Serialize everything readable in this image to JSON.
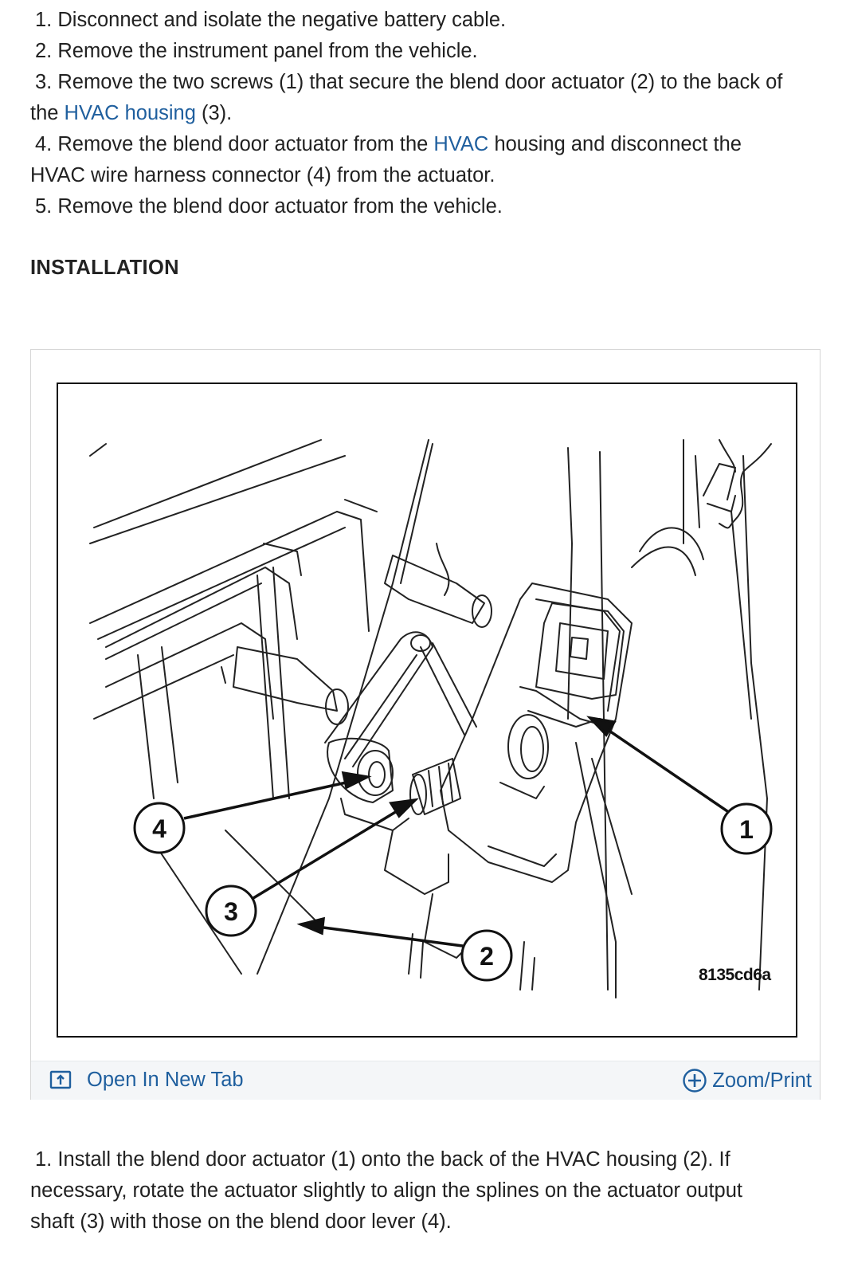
{
  "removal_steps": [
    {
      "num": "1.",
      "text": "Disconnect and isolate the negative battery cable."
    },
    {
      "num": "2.",
      "text": "Remove the instrument panel from the vehicle."
    },
    {
      "num": "3.",
      "pre": "Remove the two screws (1) that secure the blend door actuator (2) to the back of",
      "line2_pre": "the ",
      "link": "HVAC housing",
      "post": " (3)."
    },
    {
      "num": "4.",
      "pre": "Remove the blend door actuator from the ",
      "link": "HVAC",
      "post": " housing and disconnect the",
      "line2": "HVAC wire harness connector (4) from the actuator."
    },
    {
      "num": "5.",
      "text": "Remove the blend door actuator from the vehicle."
    }
  ],
  "installation_heading": "INSTALLATION",
  "figure": {
    "code": "8135cd6a",
    "callouts": [
      "1",
      "2",
      "3",
      "4"
    ],
    "open_tab_label": "Open In New Tab",
    "zoom_label": "Zoom/Print",
    "open_tab_icon": "open-in-new-tab-icon",
    "zoom_icon": "zoom-plus-circle-icon"
  },
  "installation_steps": [
    {
      "num": "1.",
      "line1": "Install the blend door actuator (1) onto the back of the HVAC housing (2). If",
      "line2": "necessary, rotate the actuator slightly to align the splines on the actuator output",
      "line3": "shaft (3) with those on the blend door lever (4)."
    }
  ],
  "colors": {
    "link": "#1f5f9e",
    "text": "#212121",
    "bar": "#f4f6f8"
  }
}
